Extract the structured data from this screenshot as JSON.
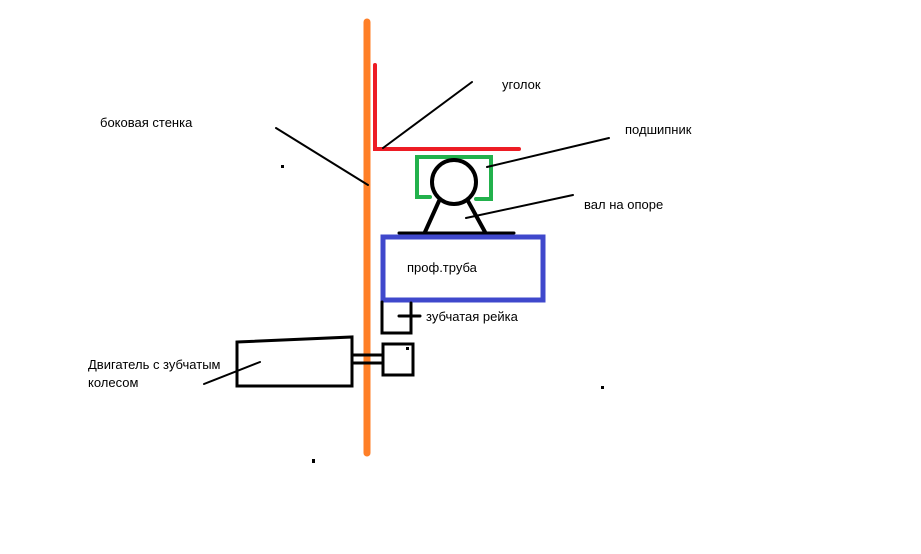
{
  "labels": {
    "side_wall": "боковая стенка",
    "angle": "уголок",
    "bearing": "подшипник",
    "shaft": "вал на опоре",
    "profile_tube": "проф.труба",
    "rack": "зубчатая рейка",
    "motor_line1": "Двигатель с зубчатым",
    "motor_line2": "колесом"
  },
  "colors": {
    "wall": "#ff7f27",
    "angle": "#ed1c24",
    "bearing": "#22b14c",
    "tube": "#3f48cc",
    "ink": "#000000"
  }
}
